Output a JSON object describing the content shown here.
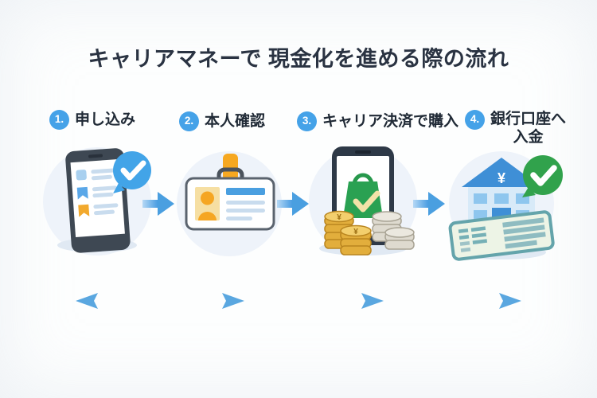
{
  "title": "キャリアマネーで 現金化を進める際の流れ",
  "steps": [
    {
      "number": "1.",
      "label": "申し込み",
      "illustration": "smartphone-application-with-check"
    },
    {
      "number": "2.",
      "label": "本人確認",
      "illustration": "id-card"
    },
    {
      "number": "3.",
      "label": "キャリア決済で購入",
      "illustration": "smartphone-shopping-bag-with-coins"
    },
    {
      "number": "4.",
      "label": "銀行口座へ",
      "label_line2": "入金",
      "illustration": "bank-building-passbook-with-check"
    }
  ],
  "symbols": {
    "yen": "¥"
  },
  "icons": [
    "check-bubble-blue-icon",
    "id-card-icon",
    "shopping-bag-check-icon",
    "gold-coins-icon",
    "silver-coins-icon",
    "bank-building-icon",
    "check-bubble-green-icon",
    "bank-passbook-icon",
    "flow-arrow-icon",
    "timeline-arrow-icon"
  ],
  "colors": {
    "title_text": "#2a3342",
    "step_badge_blue": "#45a2e8",
    "flow_arrow_blue": "#4a9fe0",
    "timeline_blue": "#5aa7e0",
    "check_bubble_blue": "#42a4e8",
    "success_green": "#31a24c",
    "bag_green": "#2aa152",
    "coin_gold": "#e2ae3c",
    "accent_orange": "#f5a623",
    "illustration_bg": "#eef3fa"
  }
}
